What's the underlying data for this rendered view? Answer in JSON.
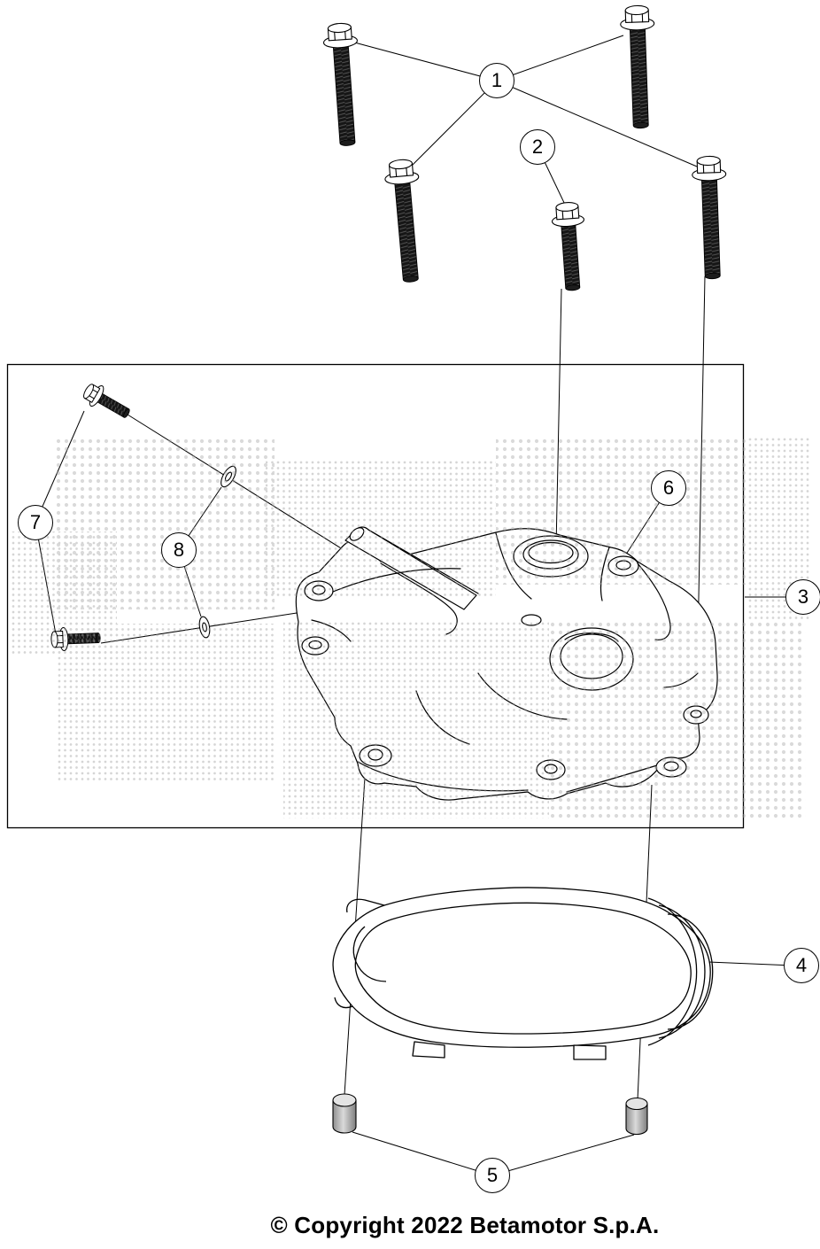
{
  "diagram": {
    "kind": "exploded-parts-diagram",
    "background": "#ffffff",
    "line_color": "#000000",
    "watermark_dot_color": "#9c9c9c",
    "thread_color": "#161616",
    "pin_color": "#c0c0c0"
  },
  "callouts": [
    {
      "label": "1",
      "points_to": "long flange bolts (4x)"
    },
    {
      "label": "2",
      "points_to": "short flange bolt"
    },
    {
      "label": "3",
      "points_to": "cylinder head cover"
    },
    {
      "label": "4",
      "points_to": "cover gasket"
    },
    {
      "label": "5",
      "points_to": "dowel pins (2x)"
    },
    {
      "label": "6",
      "points_to": "cover bolt hole boss"
    },
    {
      "label": "7",
      "points_to": "small screws (2x)"
    },
    {
      "label": "8",
      "points_to": "sealing washers (2x)"
    }
  ],
  "footer": {
    "copyright": "© Copyright 2022 Betamotor S.p.A."
  }
}
